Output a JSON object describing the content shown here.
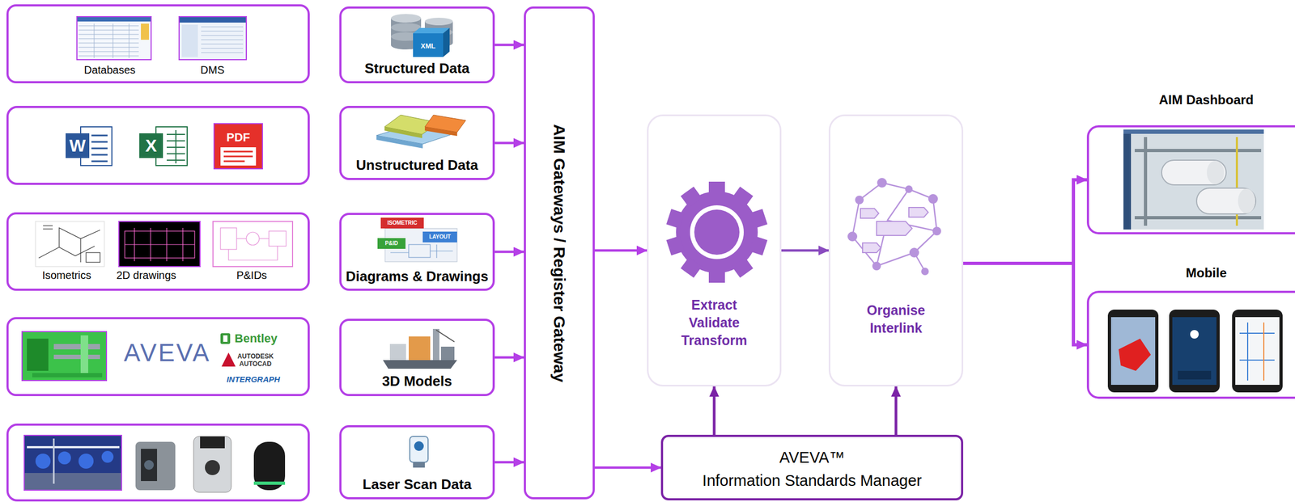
{
  "diagram": {
    "nodes": [
      {
        "text": [
          "Databases",
          "DMS"
        ]
      },
      {
        "text": [
          "Structured Data"
        ]
      },
      {
        "text": [
          "Unstructured Data"
        ]
      },
      {
        "text": [
          "Isometrics",
          "2D drawings",
          "P&IDs"
        ]
      },
      {
        "text": [
          "Diagrams & Drawings"
        ]
      },
      {
        "text": [
          "AVEVA",
          "Bentley",
          "AUTODESK AUTOCAD",
          "INTERGRAPH"
        ]
      },
      {
        "text": [
          "3D Models"
        ]
      },
      {
        "text": [
          "Laser Scan Data"
        ]
      },
      {
        "text": [
          "AIM Gateways / Register Gateway"
        ]
      },
      {
        "text": [
          "Extract Validate Transform"
        ]
      },
      {
        "text": [
          "Organise Interlink"
        ]
      },
      {
        "text": [
          "AVEVA™",
          "Information Standards Manager"
        ]
      },
      {
        "text": [
          "AIM Dashboard"
        ]
      },
      {
        "text": [
          "Mobile"
        ]
      }
    ],
    "edges": [
      {
        "from": 1,
        "to": 8,
        "arrow": "to"
      },
      {
        "from": 2,
        "to": 8,
        "arrow": "to"
      },
      {
        "from": 4,
        "to": 8,
        "arrow": "to"
      },
      {
        "from": 6,
        "to": 8,
        "arrow": "to"
      },
      {
        "from": 7,
        "to": 8,
        "arrow": "to"
      },
      {
        "from": 8,
        "to": 9,
        "arrow": "to"
      },
      {
        "from": 8,
        "to": 11,
        "arrow": "to"
      },
      {
        "from": 9,
        "to": 10,
        "arrow": "to"
      },
      {
        "from": 11,
        "to": 9,
        "arrow": "to"
      },
      {
        "from": 11,
        "to": 10,
        "arrow": "to"
      },
      {
        "from": 10,
        "to": 12,
        "arrow": "to"
      },
      {
        "from": 10,
        "to": 13,
        "arrow": "to"
      }
    ],
    "labels": [
      "XML",
      "W",
      "X",
      "PDF",
      "ISOMETRIC",
      "P&ID",
      "LAYOUT"
    ]
  }
}
